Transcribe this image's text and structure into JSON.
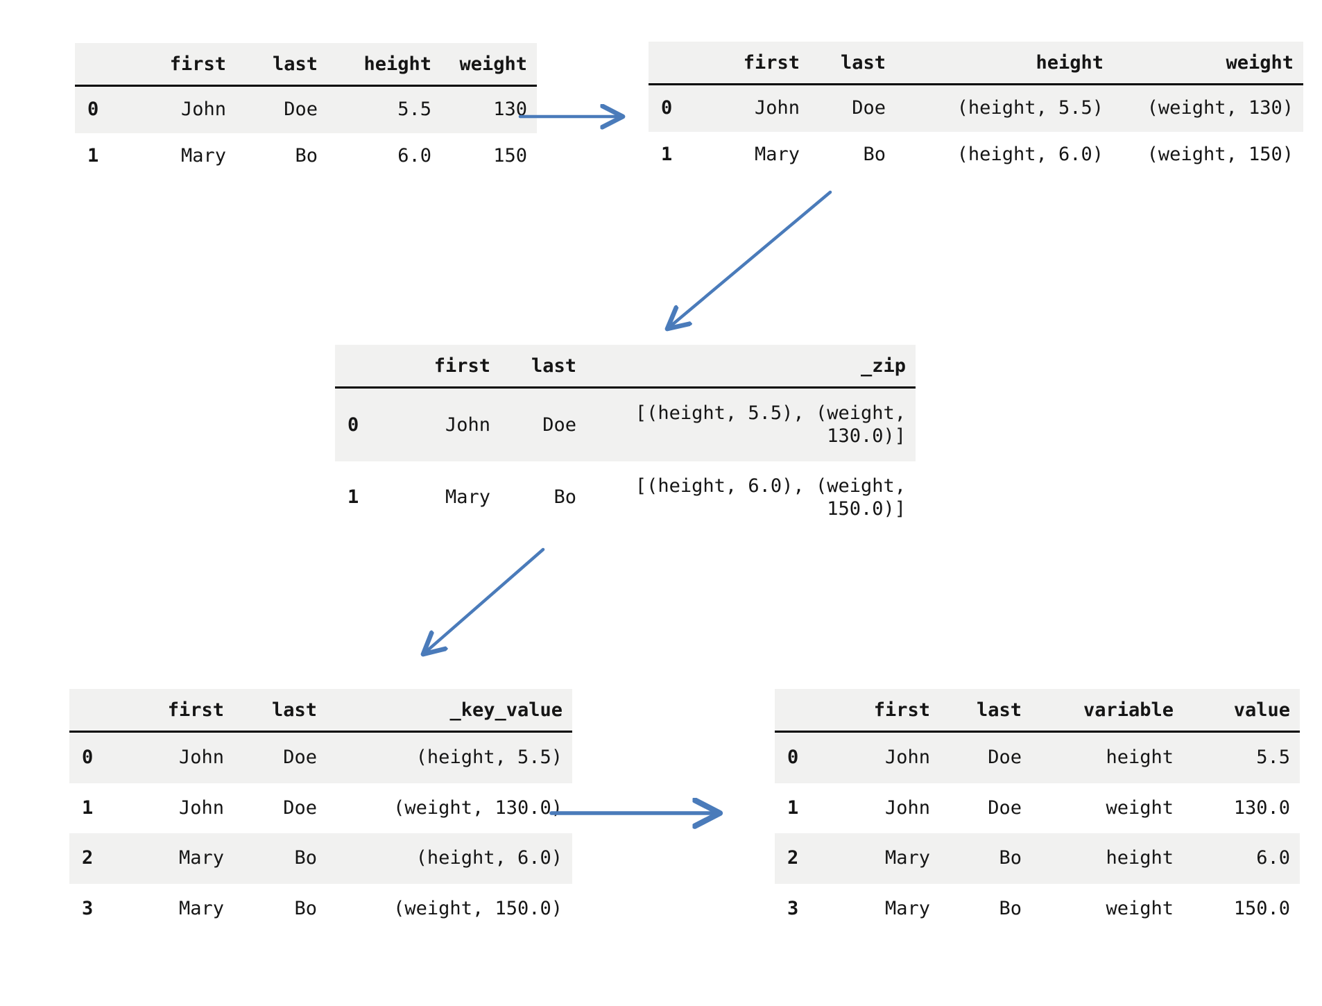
{
  "colors": {
    "arrow_blue": "#4a7bba",
    "stripe_gray": "#f1f1f0",
    "header_rule_black": "#000000",
    "text": "#151515",
    "background": "#ffffff"
  },
  "tables": [
    {
      "id": "df_original",
      "name": "original-dataframe",
      "columns": [
        "",
        "first",
        "last",
        "height",
        "weight"
      ],
      "rows": [
        [
          "0",
          "John",
          "Doe",
          "5.5",
          "130"
        ],
        [
          "1",
          "Mary",
          "Bo",
          "6.0",
          "150"
        ]
      ]
    },
    {
      "id": "df_pairs",
      "name": "dataframe-with-tuple-columns",
      "columns": [
        "",
        "first",
        "last",
        "height",
        "weight"
      ],
      "rows": [
        [
          "0",
          "John",
          "Doe",
          "(height, 5.5)",
          "(weight, 130)"
        ],
        [
          "1",
          "Mary",
          "Bo",
          "(height, 6.0)",
          "(weight, 150)"
        ]
      ]
    },
    {
      "id": "df_zip",
      "name": "dataframe-with-zip-column",
      "columns": [
        "",
        "first",
        "last",
        "_zip"
      ],
      "rows": [
        [
          "0",
          "John",
          "Doe",
          "[(height, 5.5), (weight,\n130.0)]"
        ],
        [
          "1",
          "Mary",
          "Bo",
          "[(height, 6.0), (weight,\n150.0)]"
        ]
      ]
    },
    {
      "id": "df_key_value",
      "name": "dataframe-with-key-value-column",
      "columns": [
        "",
        "first",
        "last",
        "_key_value"
      ],
      "rows": [
        [
          "0",
          "John",
          "Doe",
          "(height, 5.5)"
        ],
        [
          "1",
          "John",
          "Doe",
          "(weight, 130.0)"
        ],
        [
          "2",
          "Mary",
          "Bo",
          "(height, 6.0)"
        ],
        [
          "3",
          "Mary",
          "Bo",
          "(weight, 150.0)"
        ]
      ]
    },
    {
      "id": "df_melted",
      "name": "melted-dataframe",
      "columns": [
        "",
        "first",
        "last",
        "variable",
        "value"
      ],
      "rows": [
        [
          "0",
          "John",
          "Doe",
          "height",
          "5.5"
        ],
        [
          "1",
          "John",
          "Doe",
          "weight",
          "130.0"
        ],
        [
          "2",
          "Mary",
          "Bo",
          "height",
          "6.0"
        ],
        [
          "3",
          "Mary",
          "Bo",
          "weight",
          "150.0"
        ]
      ]
    }
  ],
  "arrows": [
    {
      "id": "arrow1",
      "from": "df_original",
      "to": "df_pairs",
      "direction": "right"
    },
    {
      "id": "arrow2",
      "from": "df_pairs",
      "to": "df_zip",
      "direction": "down-left"
    },
    {
      "id": "arrow3",
      "from": "df_zip",
      "to": "df_key_value",
      "direction": "down-left"
    },
    {
      "id": "arrow4",
      "from": "df_key_value",
      "to": "df_melted",
      "direction": "right"
    }
  ]
}
